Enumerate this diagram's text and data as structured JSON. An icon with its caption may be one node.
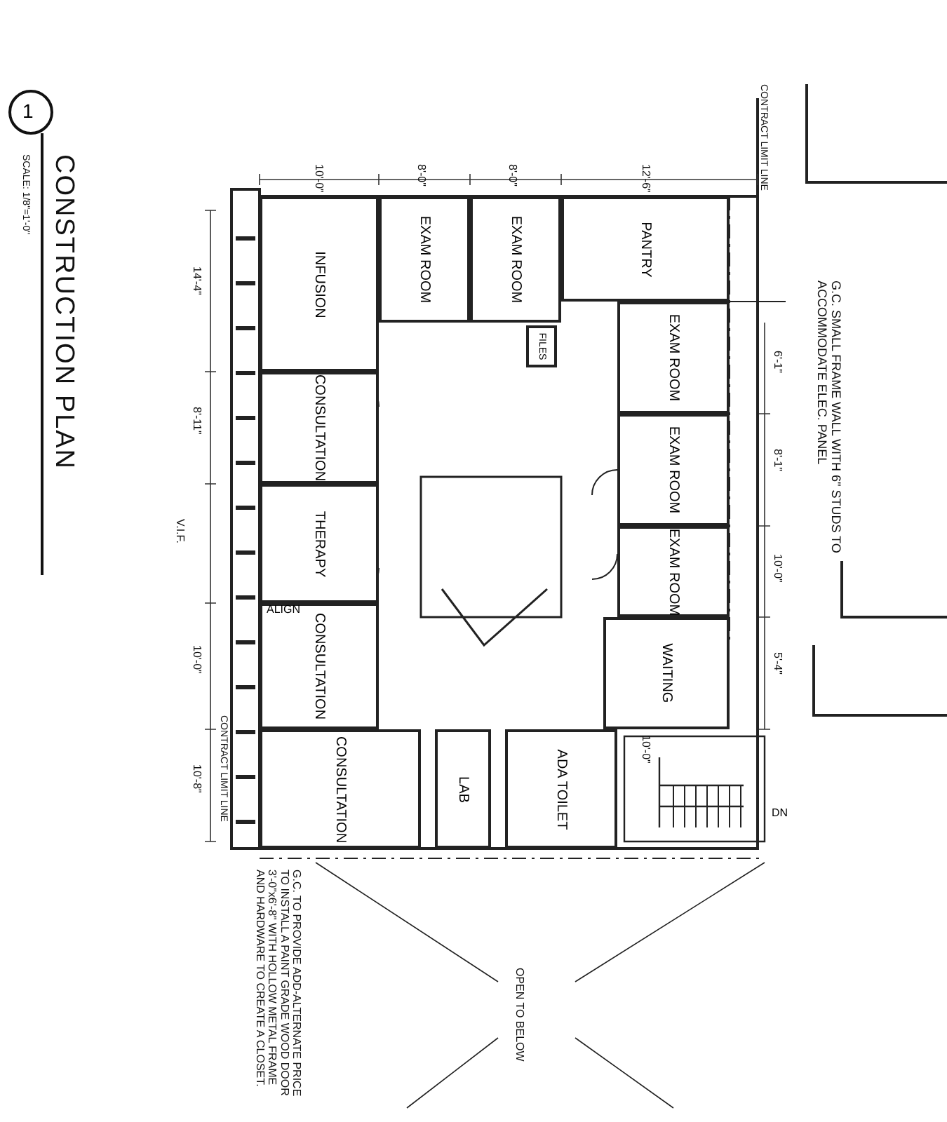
{
  "diagram": {
    "title": "CONSTRUCTION PLAN",
    "nodes": [
      {
        "text": [
          "INFUSION"
        ]
      },
      {
        "text": [
          "CONSULTATION"
        ]
      },
      {
        "text": [
          "THERAPY"
        ]
      },
      {
        "text": [
          "CONSULTATION"
        ]
      },
      {
        "text": [
          "CONSULTATION"
        ]
      },
      {
        "text": [
          "EXAM ROOM"
        ]
      },
      {
        "text": [
          "EXAM ROOM"
        ]
      },
      {
        "text": [
          "PANTRY"
        ]
      },
      {
        "text": [
          "EXAM ROOM"
        ]
      },
      {
        "text": [
          "EXAM ROOM"
        ]
      },
      {
        "text": [
          "EXAM ROOM"
        ]
      },
      {
        "text": [
          "FILES"
        ]
      },
      {
        "text": [
          "WAITING"
        ]
      },
      {
        "text": [
          "LAB"
        ]
      },
      {
        "text": [
          "ADA TOILET"
        ]
      },
      {
        "text": [
          "G.C. SMALL FRAME WALL WITH 6\" STUDS TO ACCOMMODATE ELEC. PANEL"
        ]
      }
    ],
    "edges": [
      {
        "from": 15,
        "to": 8,
        "arrow": "none"
      }
    ],
    "labels": [
      "1",
      "SCALE: 1/8\"=1'-0\"",
      "CONTRACT LIMIT LINE",
      "10'-0\"",
      "8'-0\"",
      "8'-0\"",
      "12'-6\"",
      "14'-4\"",
      "8'-11\"",
      "V.I.F.",
      "10'-0\"",
      "10'-8\"",
      "6'-1\"",
      "8'-1\"",
      "10'-0\"",
      "5'-4\"",
      "10'-0\"",
      "ALIGN",
      "CONTRACT LIMIT LINE",
      "DN",
      "OPEN TO BELOW",
      "G.C. TO PROVIDE ADD-ALTERNATE PRICE TO INSTALL A PAINT GRADE WOOD DOOR 3'-0\"x6'-8\" WITH HOLLOW METAL FRAME AND HARDWARE TO CREATE A CLOSET."
    ]
  }
}
